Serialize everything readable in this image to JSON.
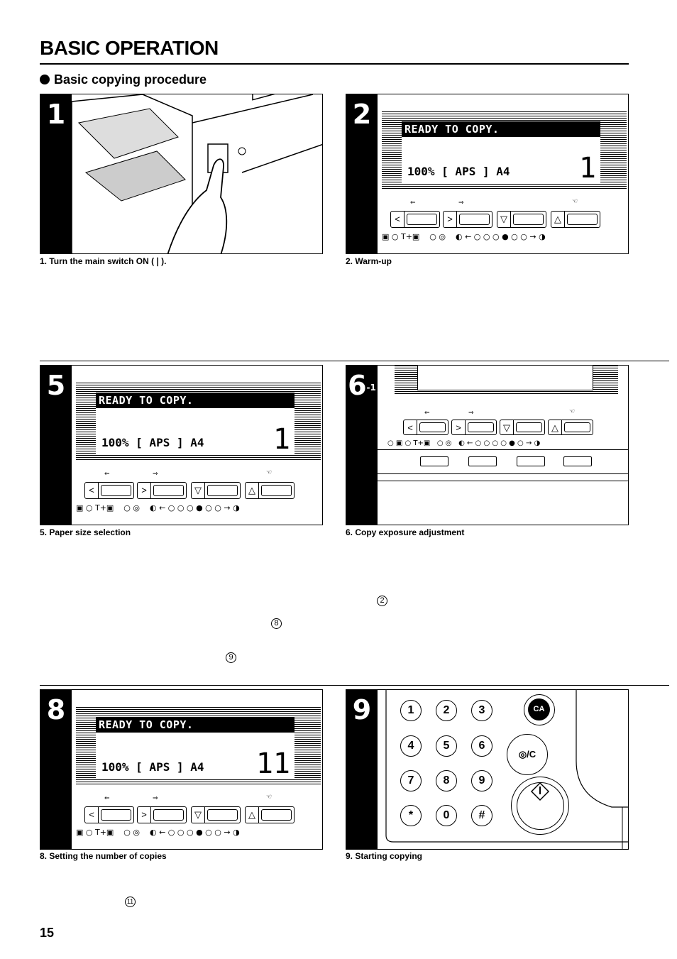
{
  "header": {
    "title": "BASIC OPERATION",
    "section": "Basic copying procedure"
  },
  "steps": [
    {
      "number": "1",
      "caption": "1. Turn the main switch ON (❘)."
    },
    {
      "number": "2",
      "caption": "2. Warm-up"
    },
    {
      "number": "5",
      "caption": "5. Paper size selection"
    },
    {
      "number": "6",
      "sub": "-1",
      "caption": "6. Copy exposure adjustment"
    },
    {
      "number": "8",
      "caption": "8. Setting the number of copies"
    },
    {
      "number": "9",
      "caption": "9. Starting copying"
    }
  ],
  "display": {
    "status": "READY TO COPY.",
    "line": "100% [ APS ] A4",
    "count_warmup": "1",
    "count_paper": "1",
    "count_copies": "11"
  },
  "keypad": {
    "keys": [
      "1",
      "2",
      "3",
      "4",
      "5",
      "6",
      "7",
      "8",
      "9",
      "*",
      "0",
      "#"
    ],
    "ca_label": "CA",
    "stop_label": "◎/C",
    "start_icon": "start-diamond-icon"
  },
  "markers": {
    "m2": "2",
    "m8": "8",
    "m9": "9",
    "m11": "11"
  },
  "page_number": "15"
}
